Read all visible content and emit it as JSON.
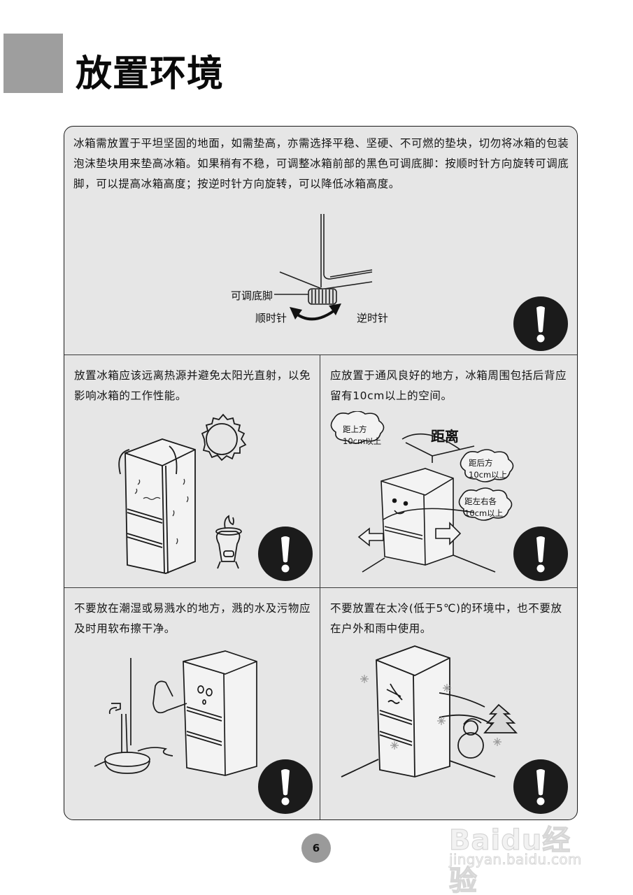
{
  "header": {
    "title": "放置环境"
  },
  "sections": {
    "top": {
      "text": "冰箱需放置于平坦坚固的地面，如需垫高，亦需选择平稳、坚硬、不可燃的垫块，切勿将冰箱的包装泡沫垫块用来垫高冰箱。如果稍有不稳，可调整冰箱前部的黑色可调底脚：按顺时针方向旋转可调底脚，可以提高冰箱高度；按逆时针方向旋转，可以降低冰箱高度。",
      "illustration": {
        "label_foot": "可调底脚",
        "label_clockwise": "顺时针",
        "label_counterclockwise": "逆时针"
      },
      "icon": "warning-exclamation-icon"
    },
    "heat": {
      "text": "放置冰箱应该远离热源并避免太阳光直射，以免影响冰箱的工作性能。",
      "icon": "warning-exclamation-icon"
    },
    "ventilation": {
      "text": "应放置于通风良好的地方，冰箱周围包括后背应留有10cm以上的空间。",
      "illustration": {
        "title": "距离",
        "bubble_top_line1": "距上方",
        "bubble_top_line2": "10cm以上",
        "bubble_back_line1": "距后方",
        "bubble_back_line2": "10cm以上",
        "bubble_side_line1": "距左右各",
        "bubble_side_line2": "10cm以上"
      },
      "icon": "warning-exclamation-icon"
    },
    "moisture": {
      "text": "不要放在潮湿或易溅水的地方，溅的水及污物应及时用软布擦干净。",
      "icon": "warning-exclamation-icon"
    },
    "cold": {
      "text": "不要放置在太冷(低于5℃)的环境中，也不要放在户外和雨中使用。",
      "icon": "warning-exclamation-icon"
    }
  },
  "footer": {
    "page_number": "6"
  },
  "watermark": {
    "brand": "Baidu经验",
    "url": "jingyan.baidu.com"
  },
  "colors": {
    "panel_bg": "#e6e6e6",
    "header_square": "#9e9e9e",
    "page_badge": "#9a9a9a",
    "warning_icon": "#1b1b1b"
  }
}
